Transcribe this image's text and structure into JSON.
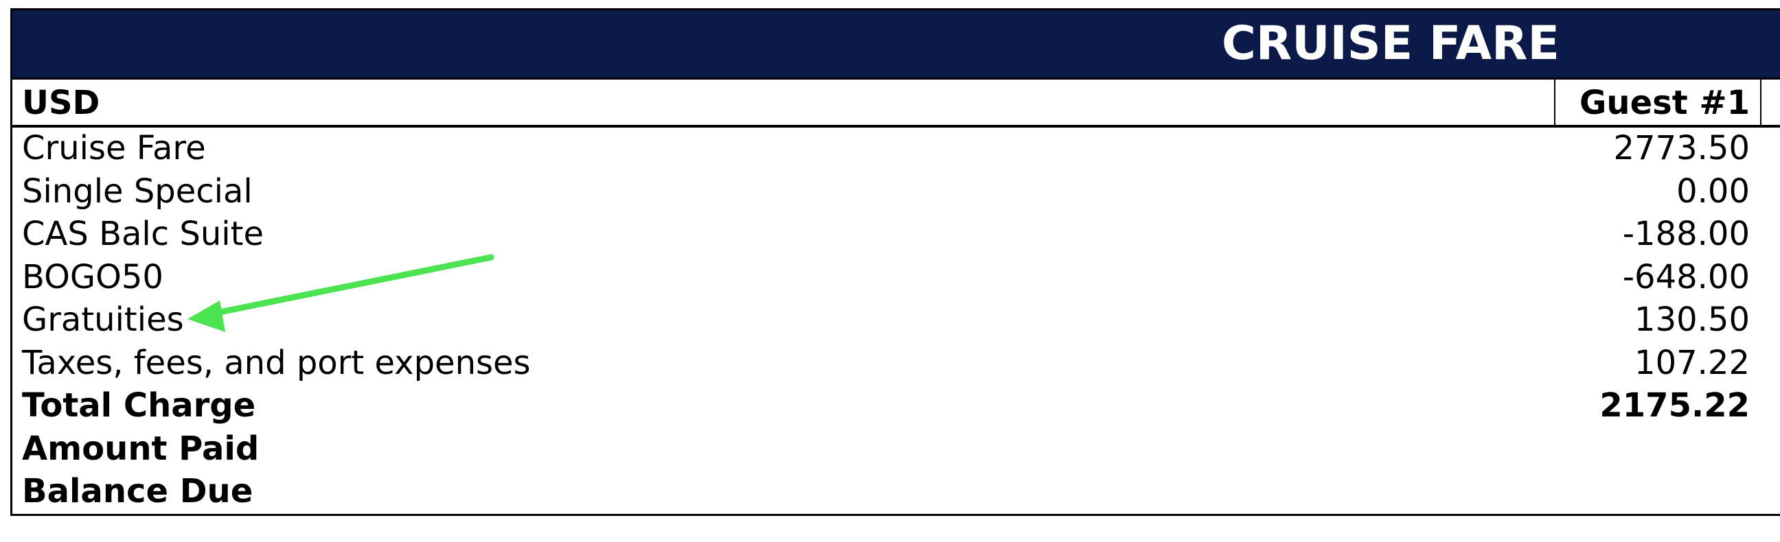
{
  "title": "CRUISE FARE",
  "header": {
    "currency_label": "USD",
    "guest_label": "Guest #1"
  },
  "rows": [
    {
      "label": "Cruise Fare",
      "value": "2773.50",
      "bold": false
    },
    {
      "label": "Single Special",
      "value": "0.00",
      "bold": false
    },
    {
      "label": "CAS Balc Suite",
      "value": "-188.00",
      "bold": false
    },
    {
      "label": "BOGO50",
      "value": "-648.00",
      "bold": false
    },
    {
      "label": "Gratuities",
      "value": "130.50",
      "bold": false
    },
    {
      "label": "Taxes, fees, and port expenses",
      "value": "107.22",
      "bold": false
    },
    {
      "label": "Total Charge",
      "value": "2175.22",
      "bold": true
    },
    {
      "label": "Amount Paid",
      "value": "",
      "bold": true
    },
    {
      "label": "Balance Due",
      "value": "",
      "bold": true
    }
  ],
  "colors": {
    "title_bar": "#0c1a4a",
    "title_text": "#ffffff",
    "arrow": "#4be34f"
  },
  "annotation": {
    "icon": "arrow-icon",
    "points_to": "Gratuities"
  }
}
